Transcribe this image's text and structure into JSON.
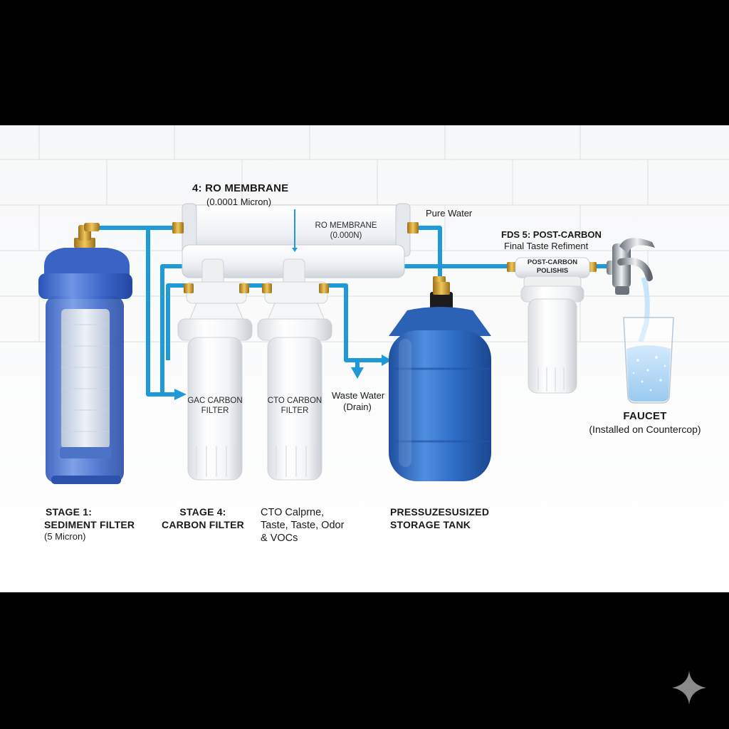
{
  "colors": {
    "background_panel": "#f4f5f6",
    "pipe_blue": "#1e9ad8",
    "tank_blue": "#2f6fc6",
    "housing_blue": "#3d6fd0",
    "brass": "#c79a2e",
    "white_housing": "#f7f8f9"
  },
  "icons": [
    "brass-elbow-icon",
    "faucet-icon",
    "water-glass-icon",
    "sparkle-icon",
    "flow-arrow-icon"
  ],
  "ro_membrane": {
    "title": "4: RO MEMBRANE",
    "spec": "(0.0001 Micron)",
    "body_label_line1": "RO MEMBRANE",
    "body_label_line2": "(0.000N)"
  },
  "pure_water_label": "Pure Water",
  "post_carbon": {
    "title": "FDS 5: POST-CARBON",
    "subtitle": "Final Taste Refiment",
    "body_label_line1": "POST-CARBON",
    "body_label_line2": "POLISHIS"
  },
  "gac_filter": {
    "line1": "GAC CARBON",
    "line2": "FILTER"
  },
  "cto_filter": {
    "line1": "CTO CARBON",
    "line2": "FILTER"
  },
  "waste_water": {
    "line1": "Waste Water",
    "line2": "(Drain)"
  },
  "faucet": {
    "title": "FAUCET",
    "subtitle": "(Installed on Countercop)"
  },
  "stage1": {
    "line1": "STAGE 1:",
    "line2": "SEDIMENT FILTER",
    "line3": "(5 Micron)"
  },
  "stage4": {
    "line1": "STAGE 4:",
    "line2": "CARBON FILTER"
  },
  "cto_caption": {
    "line1": "CTO Calprne,",
    "line2": "Taste, Taste, Odor",
    "line3": "& VOCs"
  },
  "tank": {
    "line1": "PRESSUZESUSIZED",
    "line2": "STORAGE TANK"
  }
}
